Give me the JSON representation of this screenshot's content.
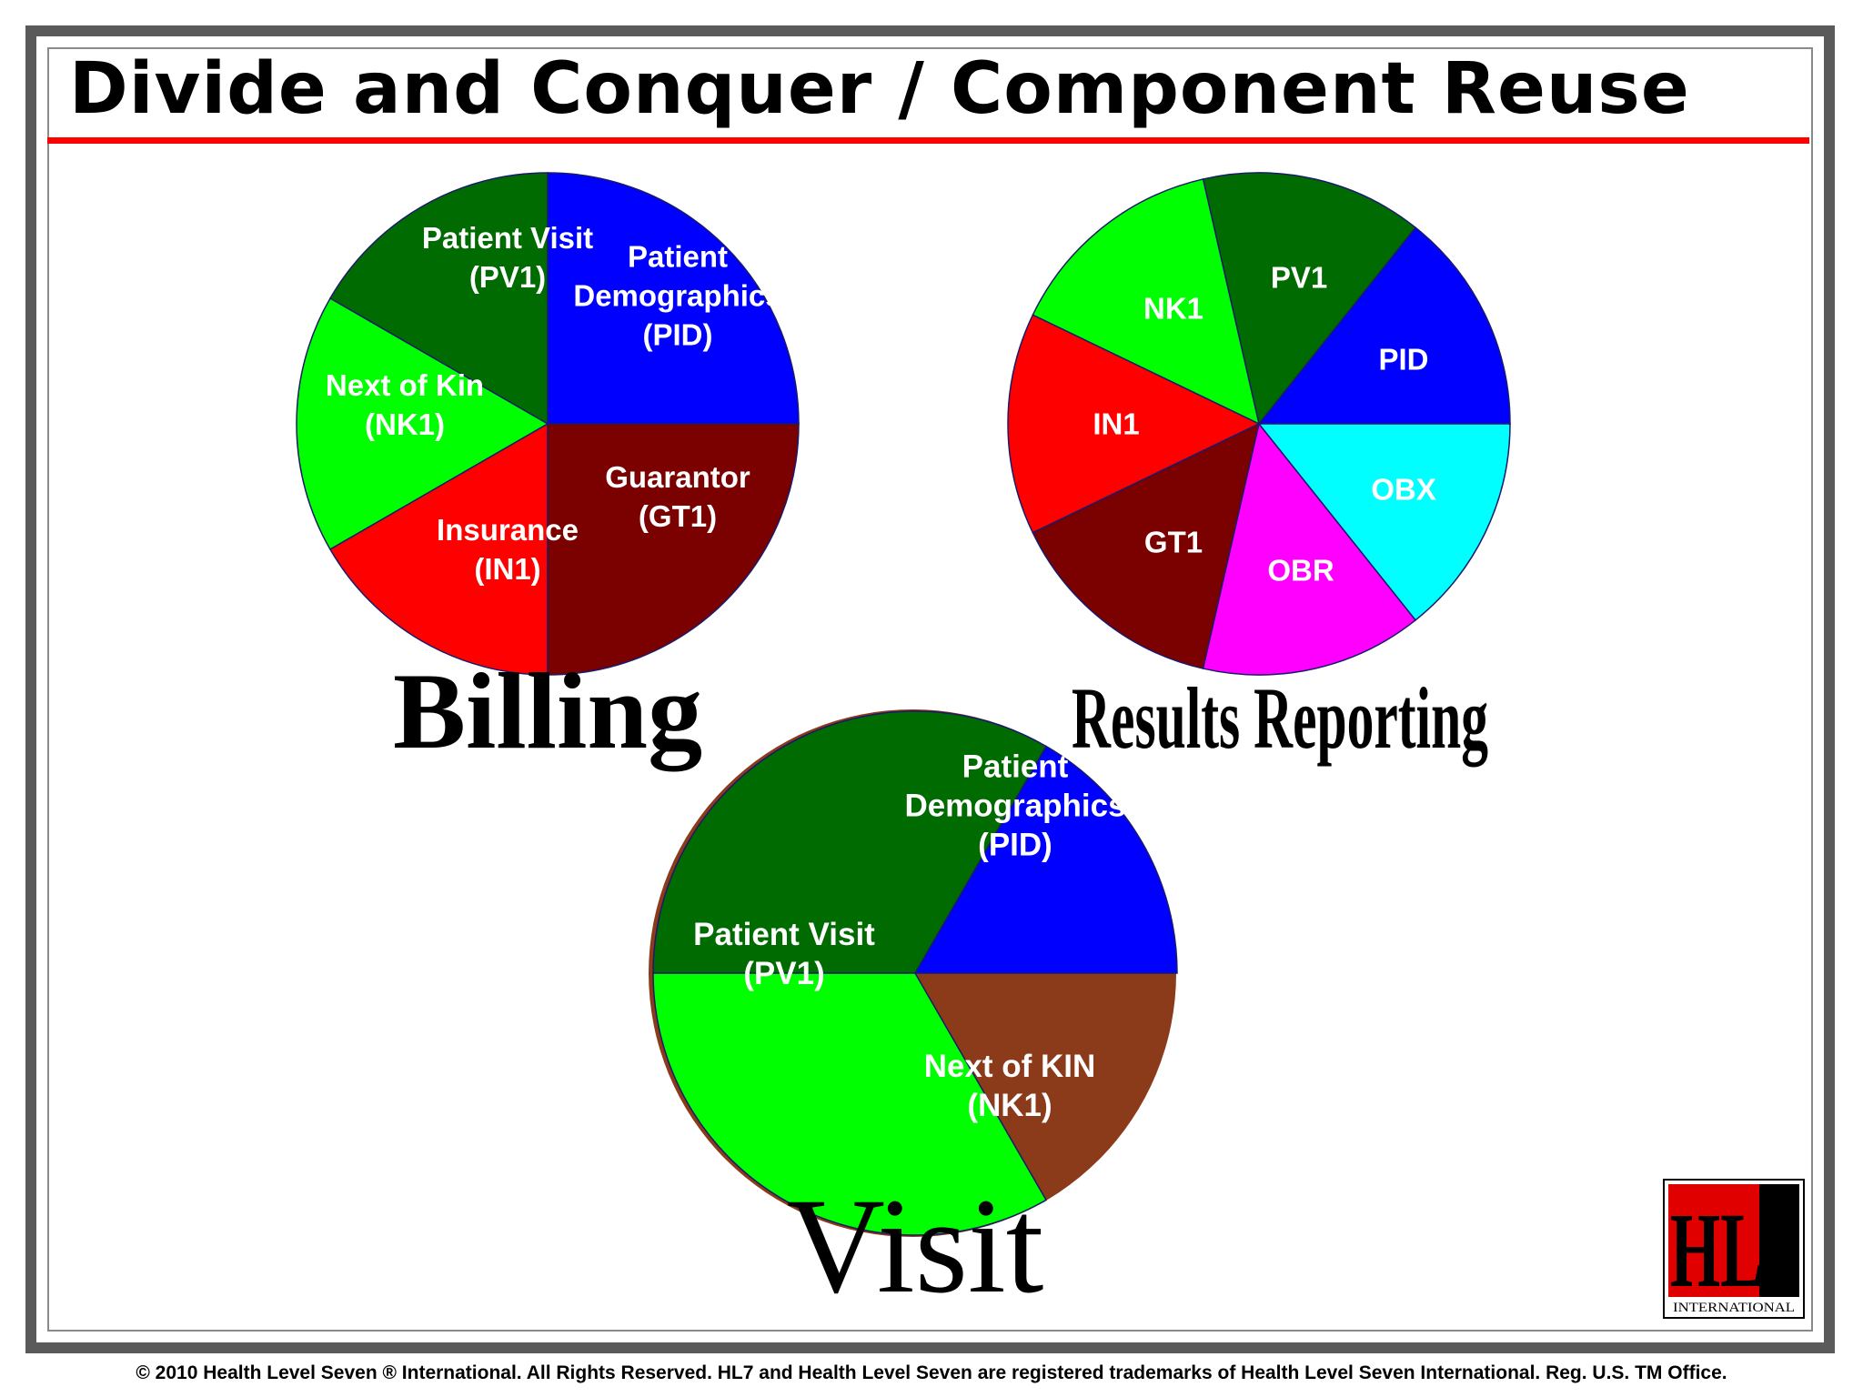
{
  "title": "Divide and Conquer / Component Reuse",
  "footer": "© 2010 Health Level Seven ® International. All Rights Reserved. HL7 and Health Level Seven are registered trademarks of Health Level Seven International. Reg. U.S. TM Office.",
  "logo": {
    "letters": "HL7",
    "sub": "INTERNATIONAL"
  },
  "colors": {
    "title_rule": "#ff0000",
    "frame": "#5a5a5a"
  },
  "pies": [
    {
      "name": "Billing",
      "slices": [
        {
          "lines": [
            "Patient",
            "Demographics",
            "(PID)"
          ],
          "color": "#0000ff"
        },
        {
          "lines": [
            "Patient Visit",
            "(PV1)"
          ],
          "color": "#006b00"
        },
        {
          "lines": [
            "Next of Kin",
            "(NK1)"
          ],
          "color": "#00ff00"
        },
        {
          "lines": [
            "Insurance",
            "(IN1)"
          ],
          "color": "#ff0000"
        },
        {
          "lines": [
            "Guarantor",
            "(GT1)"
          ],
          "color": "#7b0000"
        }
      ]
    },
    {
      "name": "Results Reporting",
      "slices": [
        {
          "lines": [
            "PID"
          ],
          "color": "#0000ff"
        },
        {
          "lines": [
            "PV1"
          ],
          "color": "#006b00"
        },
        {
          "lines": [
            "NK1"
          ],
          "color": "#00ff00"
        },
        {
          "lines": [
            "IN1"
          ],
          "color": "#ff0000"
        },
        {
          "lines": [
            "GT1"
          ],
          "color": "#7b0000"
        },
        {
          "lines": [
            "OBR"
          ],
          "color": "#ff00ff"
        },
        {
          "lines": [
            "OBX"
          ],
          "color": "#00ffff"
        }
      ]
    },
    {
      "name": "Visit",
      "slices": [
        {
          "lines": [
            "Patient",
            "Demographics",
            "(PID)"
          ],
          "color": "#0000ff"
        },
        {
          "lines": [
            "Patient Visit",
            "(PV1)"
          ],
          "color": "#006b00"
        },
        {
          "lines": [
            "Next of KIN",
            "(NK1)"
          ],
          "color": "#00ff00"
        }
      ]
    }
  ]
}
